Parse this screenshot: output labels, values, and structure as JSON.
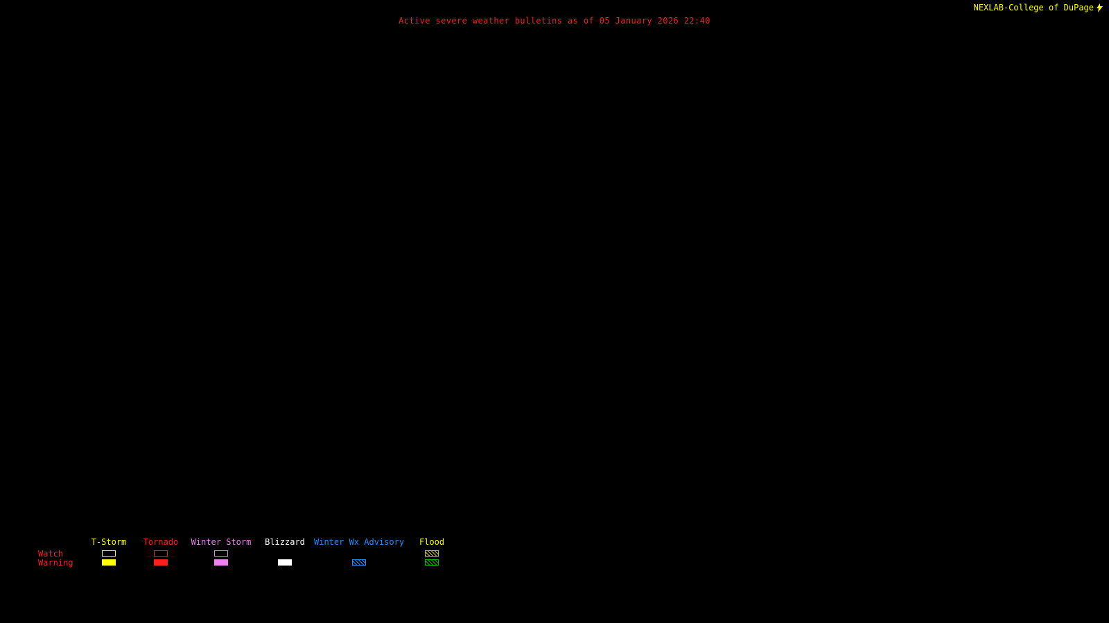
{
  "header": {
    "title": "Active severe weather bulletins as of 05 January 2026 22:40",
    "attribution": "NEXLAB-College of DuPage"
  },
  "colors": {
    "background": "#000000",
    "title_text": "#ff1e1e",
    "attribution_text": "#ffff00",
    "row_label_text": "#ff1e1e"
  },
  "legend": {
    "row_labels": [
      "Watch",
      "Warning"
    ],
    "columns": [
      {
        "id": "tstorm",
        "label": "T-Storm",
        "color": "#ffff00",
        "width": 76,
        "watch": {
          "type": "outline",
          "color": "#ffff00"
        },
        "warning": {
          "type": "fill",
          "color": "#ffff00"
        }
      },
      {
        "id": "tornado",
        "label": "Tornado",
        "color": "#ff1e1e",
        "width": 74,
        "watch": {
          "type": "outline",
          "color": "#ff1e1e"
        },
        "warning": {
          "type": "fill",
          "color": "#ff1e1e"
        }
      },
      {
        "id": "winter-storm",
        "label": "Winter Storm",
        "color": "#ee82ee",
        "width": 100,
        "watch": {
          "type": "outline",
          "color": "#ee82ee"
        },
        "warning": {
          "type": "fill",
          "color": "#ee82ee"
        }
      },
      {
        "id": "blizzard",
        "label": "Blizzard",
        "color": "#ffffff",
        "width": 84,
        "watch": {
          "type": "none",
          "color": "#ffffff"
        },
        "warning": {
          "type": "fill",
          "color": "#ffffff"
        }
      },
      {
        "id": "winter-wx-advisory",
        "label": "Winter Wx Advisory",
        "color": "#1e90ff",
        "width": 130,
        "watch": {
          "type": "none",
          "color": "#1e90ff"
        },
        "warning": {
          "type": "hatch",
          "color": "#1e90ff"
        }
      },
      {
        "id": "flood",
        "label": "Flood",
        "color": "#ffff00",
        "width": 80,
        "watch": {
          "type": "hatch",
          "color": "#c8cc00"
        },
        "warning": {
          "type": "hatch",
          "color": "#00c000"
        }
      }
    ]
  }
}
